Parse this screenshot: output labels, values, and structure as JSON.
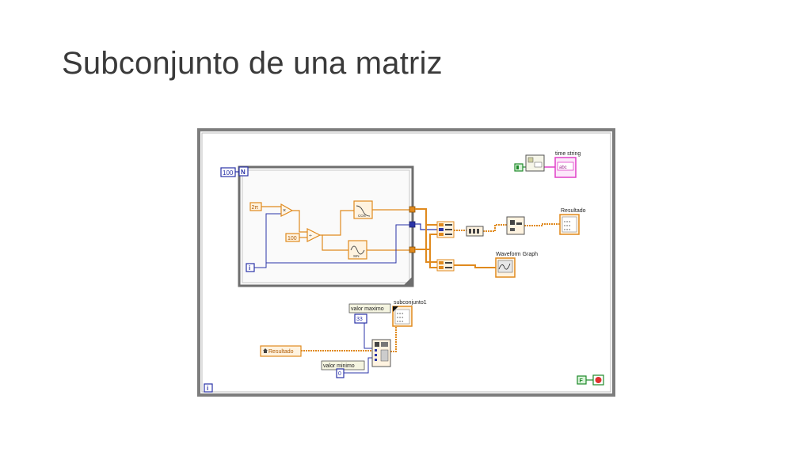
{
  "slide": {
    "title": "Subconjunto de una matriz"
  },
  "diagram": {
    "loop_count": "100",
    "loop_count_terminal": "N",
    "for_iteration_terminal": "i",
    "while_iteration_terminal": "i",
    "constant_2pi": "2π",
    "constant_100": "100",
    "multiply_symbol": "×",
    "divide_symbol": "÷",
    "cos_label": "COS",
    "sin_label": "SIN",
    "time_string_label": "time string",
    "time_string_terminal": "abc",
    "resultado_label": "Resultado",
    "waveform_graph_label": "Waveform Graph",
    "subconjunto_label": "subconjunto1",
    "valor_maximo_label": "valor maximo",
    "valor_maximo_value": "33",
    "valor_minimo_label": "valor minimo",
    "valor_minimo_value": "0",
    "resultado_local_variable": "Resultado",
    "stop_constant": "F",
    "colors": {
      "orange_wire": "#e08a1e",
      "blue_wire": "#2b34a8",
      "pink_wire": "#e040c8",
      "green_wire": "#1f8a2a",
      "diagram_border": "#808080"
    }
  }
}
